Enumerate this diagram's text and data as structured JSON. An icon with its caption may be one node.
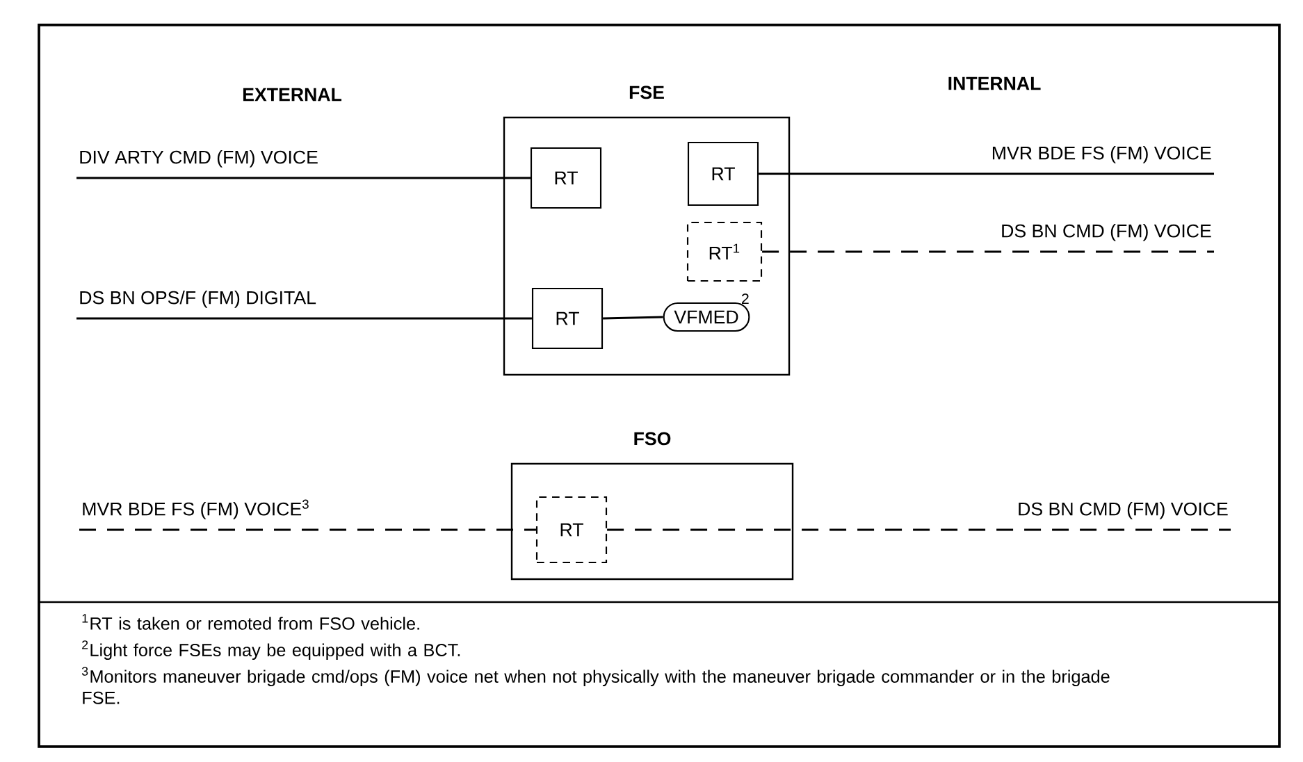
{
  "diagram": {
    "nodes": [
      {
        "text": [
          "FSE"
        ]
      },
      {
        "text": [
          "RT"
        ],
        "in": 0
      },
      {
        "text": [
          "RT"
        ],
        "in": 0
      },
      {
        "text": [
          "RT$^{1}$"
        ],
        "in": 0
      },
      {
        "text": [
          "RT"
        ],
        "in": 0
      },
      {
        "text": [
          "VFMED"
        ],
        "in": 0,
        "beside": [
          "2"
        ]
      },
      {
        "text": [
          "FSO"
        ]
      },
      {
        "text": [
          "RT"
        ],
        "in": 6
      }
    ],
    "edges": [
      {
        "from": null,
        "to": 1,
        "arrow": "none",
        "label": "DIV ARTY CMD (FM) VOICE"
      },
      {
        "from": 2,
        "to": null,
        "arrow": "none",
        "label": "MVR BDE FS (FM) VOICE"
      },
      {
        "from": 3,
        "to": null,
        "arrow": "none",
        "label": "DS BN CMD (FM) VOICE",
        "style": "dashed"
      },
      {
        "from": null,
        "to": 4,
        "arrow": "none",
        "label": "DS BN OPS/F (FM) DIGITAL"
      },
      {
        "from": 4,
        "to": 5,
        "arrow": "none"
      },
      {
        "from": null,
        "to": 7,
        "arrow": "none",
        "label": "MVR BDE FS (FM) VOICE$^{3}$",
        "style": "dashed"
      },
      {
        "from": 7,
        "to": null,
        "arrow": "none",
        "label": "DS BN CMD (FM) VOICE",
        "style": "dashed"
      }
    ],
    "labels": [
      "EXTERNAL",
      "INTERNAL",
      "$^{1}$RT is taken or remoted from FSO vehicle.",
      "$^{2}$Light force FSEs may be equipped with a BCT.",
      "$^{3}$Monitors maneuver brigade cmd/ops (FM) voice net when not physically with the maneuver brigade commander or in the brigade FSE."
    ]
  }
}
